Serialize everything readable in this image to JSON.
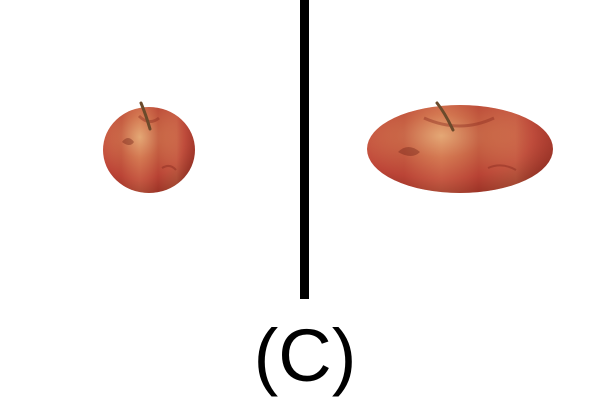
{
  "figure": {
    "caption": "(C)",
    "divider_color": "#000000",
    "background_color": "#ffffff"
  },
  "panels": [
    {
      "name": "left",
      "object": "apple-icon",
      "stretch": "none"
    },
    {
      "name": "right",
      "object": "apple-icon",
      "stretch": "horizontal"
    }
  ],
  "colors": {
    "apple_red": "#c0483a",
    "apple_dark": "#8e2e22",
    "apple_light": "#e0a176",
    "apple_highlight": "#f0c89a",
    "stem": "#6b4a2b"
  }
}
